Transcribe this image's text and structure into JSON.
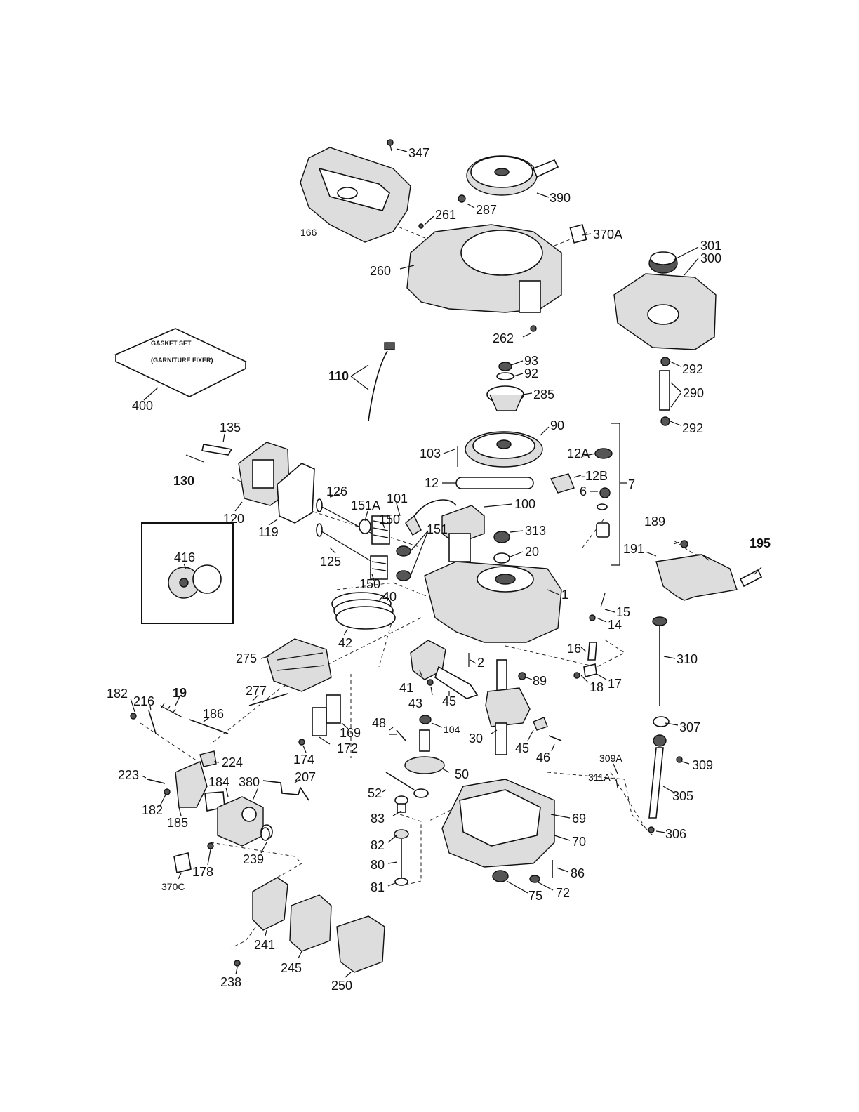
{
  "diagram": {
    "gasket_set_text_line1": "GASKET SET",
    "gasket_set_text_line2": "(GARNITURE FIXER)",
    "inset_label": "416",
    "labels": [
      {
        "id": "347",
        "text": "347"
      },
      {
        "id": "390",
        "text": "390"
      },
      {
        "id": "287",
        "text": "287"
      },
      {
        "id": "166",
        "text": "166"
      },
      {
        "id": "261",
        "text": "261"
      },
      {
        "id": "370A",
        "text": "370A"
      },
      {
        "id": "301",
        "text": "301"
      },
      {
        "id": "300",
        "text": "300"
      },
      {
        "id": "260",
        "text": "260"
      },
      {
        "id": "262",
        "text": "262"
      },
      {
        "id": "93",
        "text": "93"
      },
      {
        "id": "92",
        "text": "92"
      },
      {
        "id": "285",
        "text": "285"
      },
      {
        "id": "292a",
        "text": "292"
      },
      {
        "id": "290",
        "text": "290"
      },
      {
        "id": "292b",
        "text": "292"
      },
      {
        "id": "110",
        "text": "110"
      },
      {
        "id": "400",
        "text": "400"
      },
      {
        "id": "135",
        "text": "135"
      },
      {
        "id": "90",
        "text": "90"
      },
      {
        "id": "103",
        "text": "103"
      },
      {
        "id": "12A",
        "text": "12A"
      },
      {
        "id": "130",
        "text": "130"
      },
      {
        "id": "12",
        "text": "12"
      },
      {
        "id": "12B",
        "text": "-12B"
      },
      {
        "id": "7",
        "text": "7"
      },
      {
        "id": "6",
        "text": "6"
      },
      {
        "id": "126",
        "text": "126"
      },
      {
        "id": "101",
        "text": "101"
      },
      {
        "id": "100",
        "text": "100"
      },
      {
        "id": "151A",
        "text": "151A"
      },
      {
        "id": "120",
        "text": "120"
      },
      {
        "id": "150a",
        "text": "150"
      },
      {
        "id": "119",
        "text": "119"
      },
      {
        "id": "313",
        "text": "313"
      },
      {
        "id": "189",
        "text": "189"
      },
      {
        "id": "195",
        "text": "195"
      },
      {
        "id": "191",
        "text": "191"
      },
      {
        "id": "20",
        "text": "20"
      },
      {
        "id": "151",
        "text": "151"
      },
      {
        "id": "125",
        "text": "125"
      },
      {
        "id": "416",
        "text": "416"
      },
      {
        "id": "150b",
        "text": "150"
      },
      {
        "id": "1",
        "text": "1"
      },
      {
        "id": "40",
        "text": "40"
      },
      {
        "id": "15",
        "text": "15"
      },
      {
        "id": "14",
        "text": "14"
      },
      {
        "id": "42",
        "text": "42"
      },
      {
        "id": "275",
        "text": "275"
      },
      {
        "id": "16",
        "text": "16"
      },
      {
        "id": "310",
        "text": "310"
      },
      {
        "id": "2",
        "text": "2"
      },
      {
        "id": "41",
        "text": "41"
      },
      {
        "id": "89",
        "text": "89"
      },
      {
        "id": "18",
        "text": "18"
      },
      {
        "id": "17",
        "text": "17"
      },
      {
        "id": "277",
        "text": "277"
      },
      {
        "id": "43",
        "text": "43"
      },
      {
        "id": "45a",
        "text": "45"
      },
      {
        "id": "182a",
        "text": "182"
      },
      {
        "id": "216",
        "text": "216"
      },
      {
        "id": "19",
        "text": "19"
      },
      {
        "id": "186",
        "text": "186"
      },
      {
        "id": "48",
        "text": "48"
      },
      {
        "id": "104",
        "text": "104"
      },
      {
        "id": "169",
        "text": "169"
      },
      {
        "id": "307",
        "text": "307"
      },
      {
        "id": "30",
        "text": "30"
      },
      {
        "id": "45b",
        "text": "45"
      },
      {
        "id": "46",
        "text": "46"
      },
      {
        "id": "174",
        "text": "174"
      },
      {
        "id": "172",
        "text": "172"
      },
      {
        "id": "224",
        "text": "224"
      },
      {
        "id": "309A",
        "text": "309A"
      },
      {
        "id": "309",
        "text": "309"
      },
      {
        "id": "223",
        "text": "223"
      },
      {
        "id": "207",
        "text": "207"
      },
      {
        "id": "50",
        "text": "50"
      },
      {
        "id": "311A",
        "text": "311A"
      },
      {
        "id": "184",
        "text": "184"
      },
      {
        "id": "380",
        "text": "380"
      },
      {
        "id": "305",
        "text": "305"
      },
      {
        "id": "52",
        "text": "52"
      },
      {
        "id": "182b",
        "text": "182"
      },
      {
        "id": "185",
        "text": "185"
      },
      {
        "id": "83",
        "text": "83"
      },
      {
        "id": "69",
        "text": "69"
      },
      {
        "id": "306",
        "text": "306"
      },
      {
        "id": "70",
        "text": "70"
      },
      {
        "id": "82",
        "text": "82"
      },
      {
        "id": "239",
        "text": "239"
      },
      {
        "id": "178",
        "text": "178"
      },
      {
        "id": "80",
        "text": "80"
      },
      {
        "id": "86",
        "text": "86"
      },
      {
        "id": "370C",
        "text": "370C"
      },
      {
        "id": "81",
        "text": "81"
      },
      {
        "id": "75",
        "text": "75"
      },
      {
        "id": "72",
        "text": "72"
      },
      {
        "id": "241",
        "text": "241"
      },
      {
        "id": "238",
        "text": "238"
      },
      {
        "id": "245",
        "text": "245"
      },
      {
        "id": "250",
        "text": "250"
      }
    ]
  }
}
